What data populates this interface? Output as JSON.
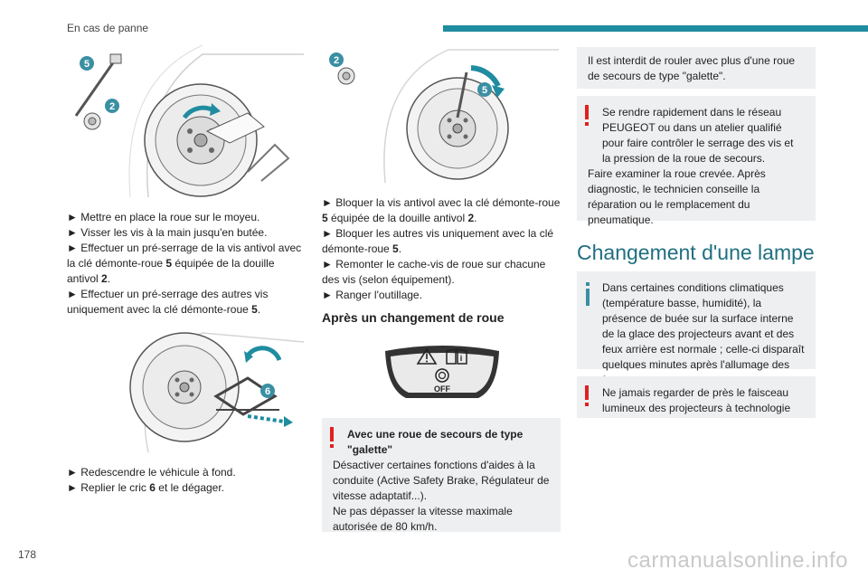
{
  "header": {
    "section": "En cas de panne"
  },
  "page": {
    "number": "178",
    "watermark": "carmanualsonline.info"
  },
  "colors": {
    "accent": "#1f8ca0",
    "warning": "#e02020",
    "callout": "#3a8fa3",
    "note_bg": "#eeeff1"
  },
  "figures": {
    "fig1": {
      "callouts": [
        "5",
        "2"
      ]
    },
    "fig2": {
      "callouts": [
        "6"
      ]
    },
    "fig3": {
      "callouts": [
        "2",
        "5"
      ]
    },
    "dashboard": {
      "icons": [
        "warning-triangle-icon",
        "manual-icon",
        "ebrake-icon"
      ],
      "off_label": "OFF"
    }
  },
  "col1": {
    "steps1": [
      {
        "arrow": "►",
        "pre": "Mettre en place la roue sur le moyeu.",
        "bold": "",
        "post": ""
      },
      {
        "arrow": "►",
        "pre": "Visser les vis à la main jusqu'en butée.",
        "bold": "",
        "post": ""
      },
      {
        "arrow": "►",
        "pre": "Effectuer un pré-serrage de la vis antivol avec la clé démonte-roue ",
        "bold": "5",
        "post": " équipée de la douille antivol "
      },
      {
        "arrow": "►",
        "pre": "Effectuer un pré-serrage des autres vis uniquement avec la clé démonte-roue ",
        "bold": "5",
        "post": "."
      }
    ],
    "step3_bold2": "2",
    "step3_end": ".",
    "steps2": [
      {
        "arrow": "►",
        "pre": "Redescendre le véhicule à fond.",
        "bold": "",
        "post": ""
      },
      {
        "arrow": "►",
        "pre": "Replier le cric ",
        "bold": "6",
        "post": " et le dégager."
      }
    ]
  },
  "col2": {
    "steps": [
      {
        "arrow": "►",
        "pre": "Bloquer la vis antivol avec la clé démonte-roue ",
        "bold": "5",
        "post": " équipée de la douille antivol ",
        "bold2": "2",
        "end": "."
      },
      {
        "arrow": "►",
        "pre": "Bloquer les autres vis uniquement avec la clé démonte-roue ",
        "bold": "5",
        "post": ".",
        "bold2": "",
        "end": ""
      },
      {
        "arrow": "►",
        "pre": "Remonter le cache-vis de roue sur chacune des vis (selon équipement).",
        "bold": "",
        "post": "",
        "bold2": "",
        "end": ""
      },
      {
        "arrow": "►",
        "pre": "Ranger l'outillage.",
        "bold": "",
        "post": "",
        "bold2": "",
        "end": ""
      }
    ],
    "heading": "Après un changement de roue",
    "warning_note": {
      "title": "Avec une roue de secours de type \"galette\"",
      "line1": "Désactiver certaines fonctions d'aides à la conduite (Active Safety Brake, Régulateur de vitesse adaptatif...).",
      "line2": "Ne pas dépasser la vitesse maximale autorisée de 80 km/h."
    }
  },
  "col3": {
    "note1": "Il est interdit de rouler avec plus d'une roue de secours de type \"galette\".",
    "note2": {
      "line1": "Se rendre rapidement dans le réseau PEUGEOT ou dans un atelier qualifié pour faire contrôler le serrage des vis et la pression de la roue de secours.",
      "line2": "Faire examiner la roue crevée. Après diagnostic, le technicien conseille la réparation ou le remplacement du pneumatique."
    },
    "heading": "Changement d'une lampe",
    "info_note": "Dans certaines conditions climatiques (température basse, humidité), la présence de buée sur la surface interne de la glace des projecteurs avant et des feux arrière est normale ; celle-ci disparaît quelques minutes après l'allumage des feux.",
    "warn_note": "Ne jamais regarder de près le faisceau lumineux des projecteurs à technologie"
  }
}
